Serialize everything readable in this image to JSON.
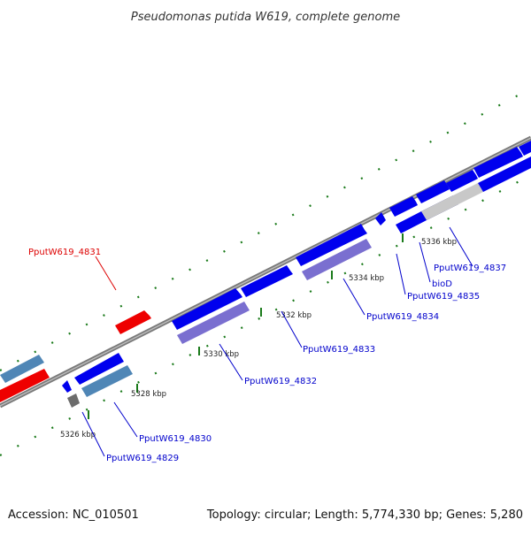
{
  "header": {
    "title": "Pseudomonas putida W619, complete genome"
  },
  "footer": {
    "accession": "Accession: NC_010501",
    "summary": "Topology: circular; Length: 5,774,330 bp; Genes: 5,280"
  },
  "ticks": [
    "5326 kbp",
    "5328 kbp",
    "5330 kbp",
    "5332 kbp",
    "5334 kbp",
    "5336 kbp"
  ],
  "gene_labels": [
    {
      "text": "PputW619_4831",
      "color": "#dd0000"
    },
    {
      "text": "PputW619_4829",
      "color": "#0000cc"
    },
    {
      "text": "PputW619_4830",
      "color": "#0000cc"
    },
    {
      "text": "PputW619_4832",
      "color": "#0000cc"
    },
    {
      "text": "PputW619_4833",
      "color": "#0000cc"
    },
    {
      "text": "PputW619_4834",
      "color": "#0000cc"
    },
    {
      "text": "PputW619_4835",
      "color": "#0000cc"
    },
    {
      "text": "bioD",
      "color": "#0000cc"
    },
    {
      "text": "PputW619_4837",
      "color": "#0000cc"
    }
  ],
  "colors": {
    "backbone": "#8c8c8c",
    "forward_cds": "#0000ee",
    "reverse_cds": "#ee0000",
    "steelblue_cds": "#4f86b6",
    "lavender_cds": "#7a6fd0",
    "navy_cds": "#00007a",
    "grey_cds": "#c8c8c8",
    "gc_skew": "#1a7a1a"
  }
}
